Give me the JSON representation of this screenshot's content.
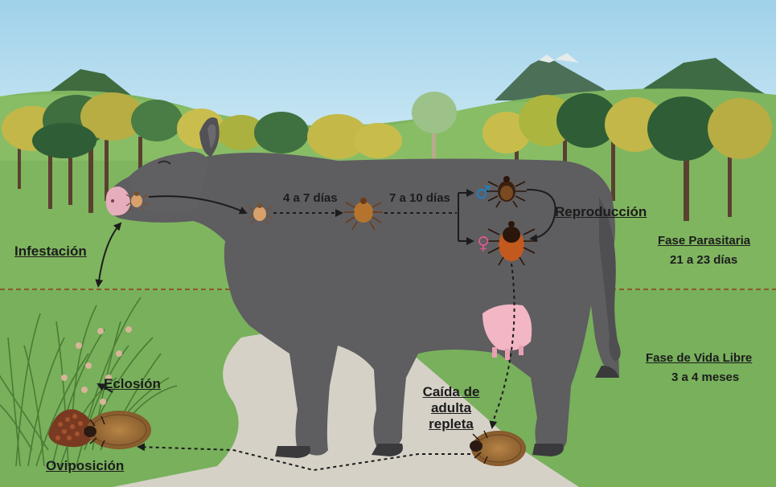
{
  "labels": {
    "infestacion": "Infestación",
    "eclosion": "Eclosión",
    "oviposicion": "Oviposición",
    "caida_line1": "Caída de",
    "caida_line2": "adulta",
    "caida_line3": "repleta",
    "reproduccion": "Reproducción",
    "dias_4_7": "4 a 7 días",
    "dias_7_10": "7 a 10 días",
    "male_symbol": "♂",
    "female_symbol": "♀"
  },
  "phases": {
    "parasitaria_title": "Fase Parasitaria",
    "parasitaria_duration": "21 a 23 días",
    "vida_libre_title": "Fase de Vida Libre",
    "vida_libre_duration": "3 a 4 meses"
  },
  "colors": {
    "sky": "#a9d8ee",
    "grass": "#7fb55f",
    "cow": "#5e5d60",
    "udder": "#f2b6c4",
    "tick": "#8b4a1c",
    "engorged_tick": "#9a6b3a",
    "divider": "#8a5a2b",
    "male_symbol": "#1f7fc4",
    "female_symbol": "#d85a8a"
  },
  "icons": [
    "tree-icon",
    "mountain-icon",
    "cow-icon",
    "tick-icon",
    "egg-mass-icon",
    "grass-tuft-icon"
  ]
}
